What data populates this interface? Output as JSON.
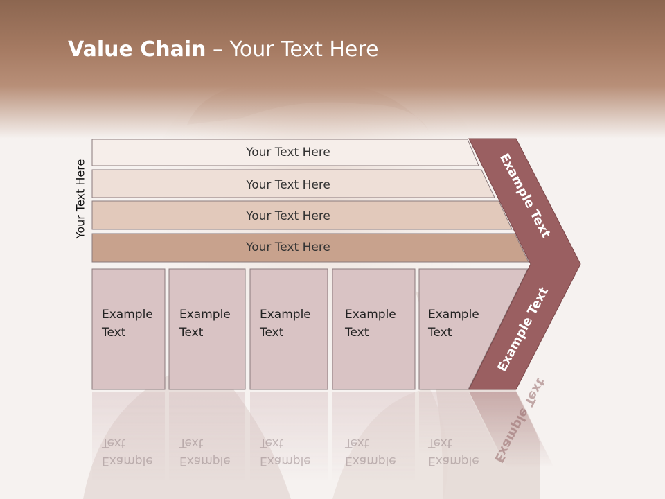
{
  "slide": {
    "title_bold": "Value Chain",
    "title_rest": " – Your Text Here",
    "side_label": "Your Text Here"
  },
  "rows": [
    {
      "label": "Your Text Here",
      "color": "#f6eeea"
    },
    {
      "label": "Your Text Here",
      "color": "#eedfd7"
    },
    {
      "label": "Your Text Here",
      "color": "#e2c9bb"
    },
    {
      "label": "Your Text Here",
      "color": "#c8a28d"
    }
  ],
  "boxes": [
    {
      "line1": "Example",
      "line2": "Text"
    },
    {
      "line1": "Example",
      "line2": "Text"
    },
    {
      "line1": "Example",
      "line2": "Text"
    },
    {
      "line1": "Example",
      "line2": "Text"
    },
    {
      "line1": "Example",
      "line2": "Text"
    }
  ],
  "chevron": {
    "top_label": "Example Text",
    "bottom_label": "Example Text",
    "color": "#9a5f61"
  },
  "colors": {
    "header": "#a57a62",
    "box_fill": "#d9c3c4",
    "box_stroke": "#8a7a7c"
  }
}
